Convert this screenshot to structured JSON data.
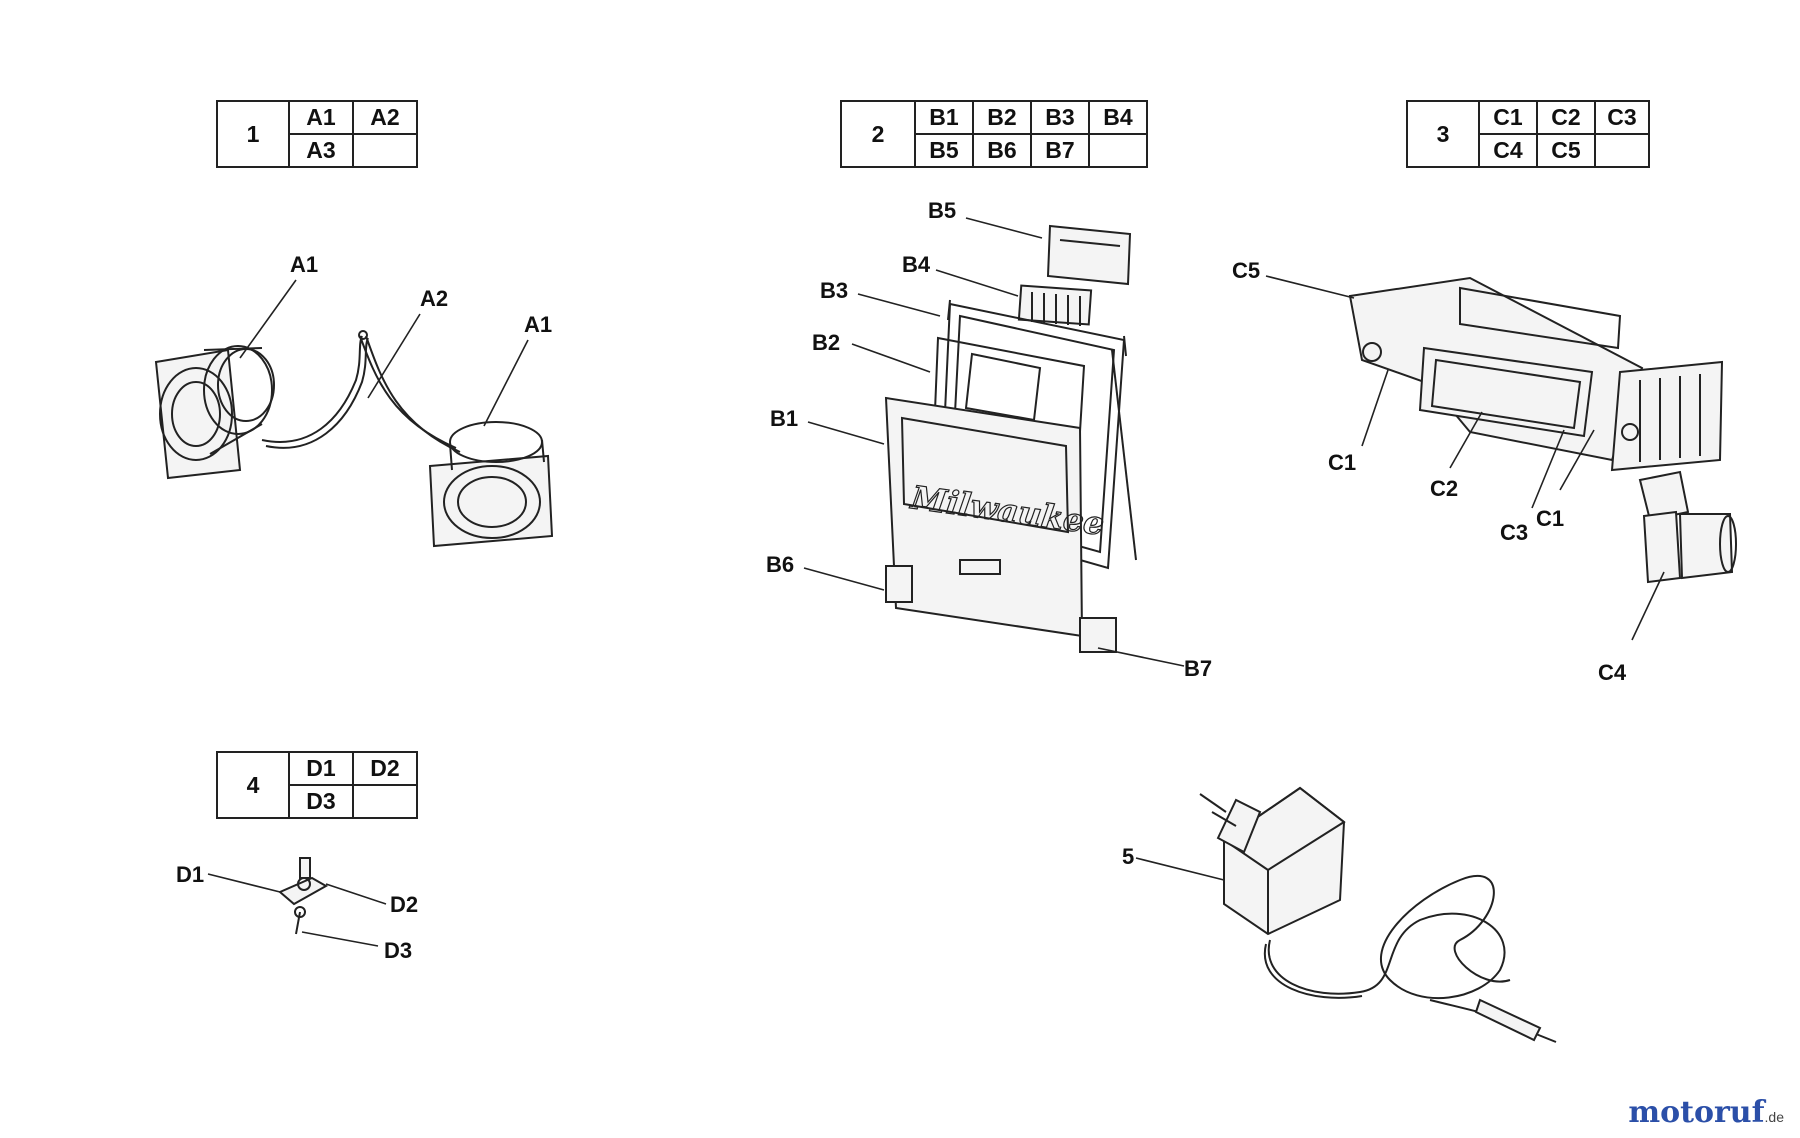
{
  "groups": [
    {
      "number": "1",
      "parts": [
        "A1",
        "A2",
        "A3",
        ""
      ]
    },
    {
      "number": "2",
      "parts": [
        "B1",
        "B2",
        "B3",
        "B4",
        "B5",
        "B6",
        "B7",
        ""
      ]
    },
    {
      "number": "3",
      "parts": [
        "C1",
        "C2",
        "C3",
        "C4",
        "C5",
        ""
      ]
    },
    {
      "number": "4",
      "parts": [
        "D1",
        "D2",
        "D3",
        ""
      ]
    }
  ],
  "callouts": {
    "a1_left": "A1",
    "a2": "A2",
    "a1_right": "A1",
    "b5": "B5",
    "b4": "B4",
    "b3": "B3",
    "b2": "B2",
    "b1": "B1",
    "b6": "B6",
    "b7": "B7",
    "c5": "C5",
    "c1_left": "C1",
    "c2": "C2",
    "c3": "C3",
    "c1_right": "C1",
    "c4": "C4",
    "d1": "D1",
    "d2": "D2",
    "d3": "D3",
    "p5": "5"
  },
  "watermark": {
    "main": "motoruf",
    "suffix": ".de"
  },
  "colors": {
    "line": "#222222",
    "watermark_blue": "#2b4fa8",
    "watermark_orange": "#e8a317"
  }
}
